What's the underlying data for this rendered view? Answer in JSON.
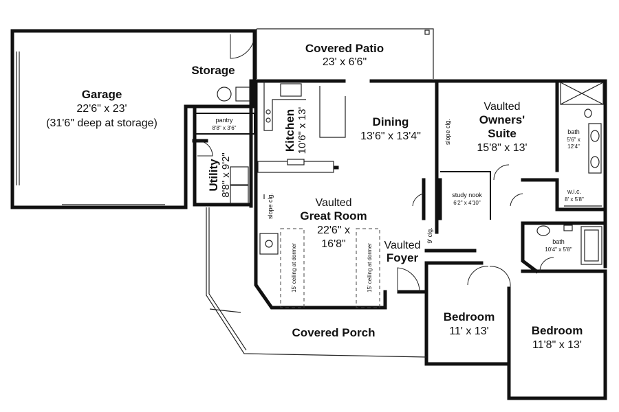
{
  "rooms": {
    "garage": {
      "name": "Garage",
      "dims": "22'6\" x 23'",
      "note": "(31'6\" deep at storage)"
    },
    "storage": {
      "name": "Storage"
    },
    "patio": {
      "name": "Covered Patio",
      "dims": "23' x 6'6\""
    },
    "pantry": {
      "name": "pantry",
      "dims": "8'8\" x 3'6\""
    },
    "utility": {
      "name": "Utility",
      "dims": "8'8\" x 9'2\""
    },
    "kitchen": {
      "name": "Kitchen",
      "dims": "10'6\" x 13'"
    },
    "dining": {
      "name": "Dining",
      "dims": "13'6\" x 13'4\""
    },
    "owners": {
      "line1": "Vaulted",
      "line2": "Owners'",
      "line3": "Suite",
      "dims": "15'8\" x 13'"
    },
    "bath1": {
      "name": "bath",
      "dims1": "5'6\" x",
      "dims2": "12'4\""
    },
    "wic": {
      "name": "w.i.c.",
      "dims": "8' x 5'8\""
    },
    "study": {
      "name": "study nook",
      "dims": "6'2\" x 4'10\""
    },
    "great": {
      "line1": "Vaulted",
      "line2": "Great Room",
      "dims1": "22'6\" x",
      "dims2": "16'8\""
    },
    "foyer": {
      "line1": "Vaulted",
      "line2": "Foyer"
    },
    "bath2": {
      "name": "bath",
      "dims": "10'4\" x 5'8\""
    },
    "bedroom1": {
      "name": "Bedroom",
      "dims": "11' x 13'"
    },
    "bedroom2": {
      "name": "Bedroom",
      "dims": "11'8\" x 13'"
    },
    "porch": {
      "name": "Covered Porch"
    }
  },
  "notes": {
    "slope_dining": "slope clg.",
    "slope_great": "slope clg.",
    "nine_clg": "9' clg.",
    "dormer_left": "15' ceiling at dormer",
    "dormer_right": "15' ceiling at dormer"
  }
}
